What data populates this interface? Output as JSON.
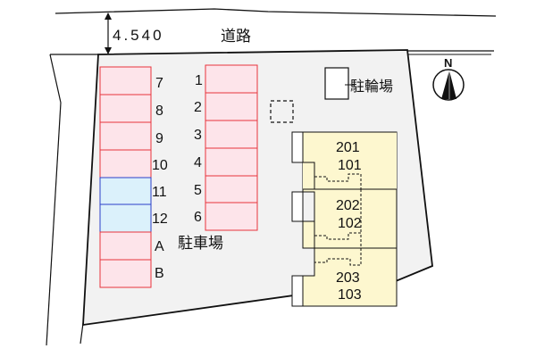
{
  "road": {
    "width_label": "4.540",
    "name_label": "道路"
  },
  "compass": {
    "label": "N"
  },
  "bicycle_parking": {
    "label": "駐輪場"
  },
  "parking_lot": {
    "label": "駐車場",
    "colors": {
      "standard_fill": "#fde4ea",
      "standard_stroke": "#e8343c",
      "highlight_fill": "#dbf1fb",
      "highlight_stroke": "#2b3fc8"
    },
    "left_column": [
      {
        "id": "7",
        "label": "7",
        "type": "standard"
      },
      {
        "id": "8",
        "label": "8",
        "type": "standard"
      },
      {
        "id": "9",
        "label": "9",
        "type": "standard"
      },
      {
        "id": "10",
        "label": "10",
        "type": "standard"
      },
      {
        "id": "11",
        "label": "11",
        "type": "highlight"
      },
      {
        "id": "12",
        "label": "12",
        "type": "highlight"
      },
      {
        "id": "A",
        "label": "A",
        "type": "standard"
      },
      {
        "id": "B",
        "label": "B",
        "type": "standard"
      }
    ],
    "right_column": [
      {
        "id": "1",
        "label": "1",
        "type": "standard"
      },
      {
        "id": "2",
        "label": "2",
        "type": "standard"
      },
      {
        "id": "3",
        "label": "3",
        "type": "standard"
      },
      {
        "id": "4",
        "label": "4",
        "type": "standard"
      },
      {
        "id": "5",
        "label": "5",
        "type": "standard"
      },
      {
        "id": "6",
        "label": "6",
        "type": "standard"
      }
    ]
  },
  "building": {
    "fill": "#fdf7cf",
    "units": [
      {
        "upper": "201",
        "lower": "101"
      },
      {
        "upper": "202",
        "lower": "102"
      },
      {
        "upper": "203",
        "lower": "103"
      }
    ]
  },
  "site": {
    "fill": "#f2f2f2"
  }
}
